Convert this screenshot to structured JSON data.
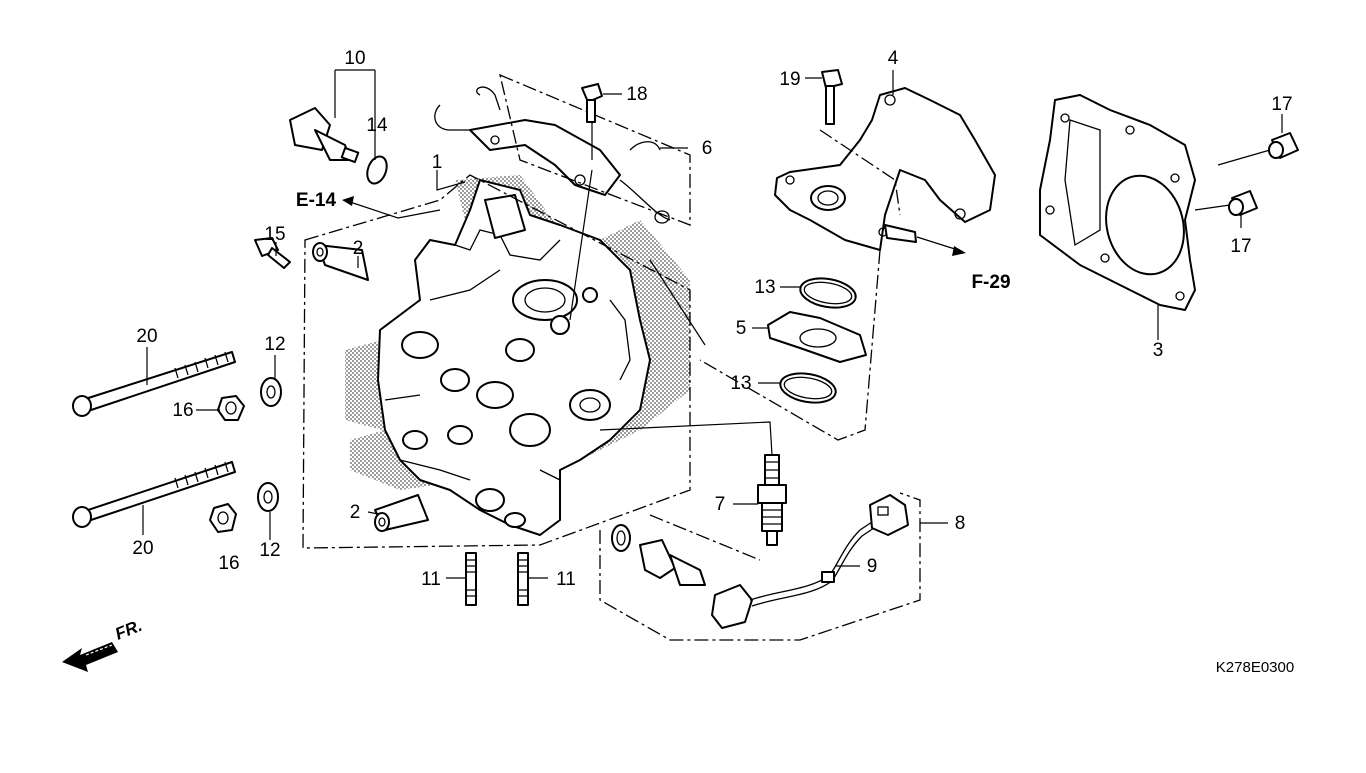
{
  "diagram": {
    "part_labels": [
      "1",
      "2",
      "2",
      "3",
      "4",
      "5",
      "6",
      "7",
      "8",
      "9",
      "10",
      "11",
      "11",
      "12",
      "12",
      "13",
      "13",
      "14",
      "15",
      "16",
      "16",
      "17",
      "17",
      "18",
      "19",
      "20",
      "20"
    ],
    "references": {
      "e14": "E-14",
      "f29": "F-29"
    },
    "direction": "FR.",
    "drawing_code": "K278E0300"
  }
}
